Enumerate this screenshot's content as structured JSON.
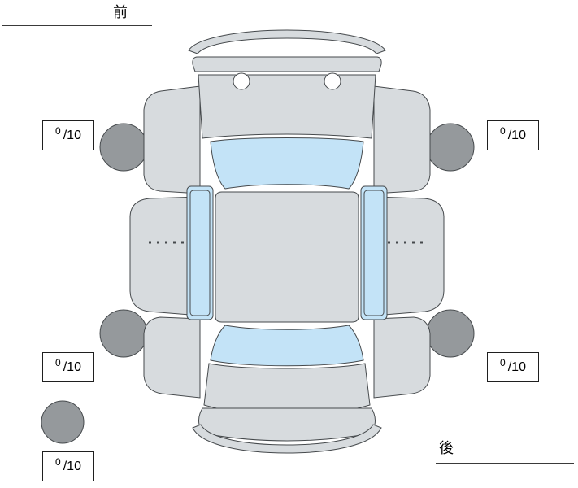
{
  "diagram": {
    "front_label": "前",
    "rear_label": "後"
  },
  "scores": {
    "front_left": {
      "value": "0",
      "denominator": "/10"
    },
    "front_right": {
      "value": "0",
      "denominator": "/10"
    },
    "rear_left": {
      "value": "0",
      "denominator": "/10"
    },
    "rear_right": {
      "value": "0",
      "denominator": "/10"
    },
    "spare": {
      "value": "0",
      "denominator": "/10"
    }
  },
  "colors": {
    "background": "#ffffff",
    "body": "#d7dbde",
    "window": "#c3e3f7",
    "tire": "#95999c",
    "outline": "#45494c",
    "text": "#000000"
  }
}
